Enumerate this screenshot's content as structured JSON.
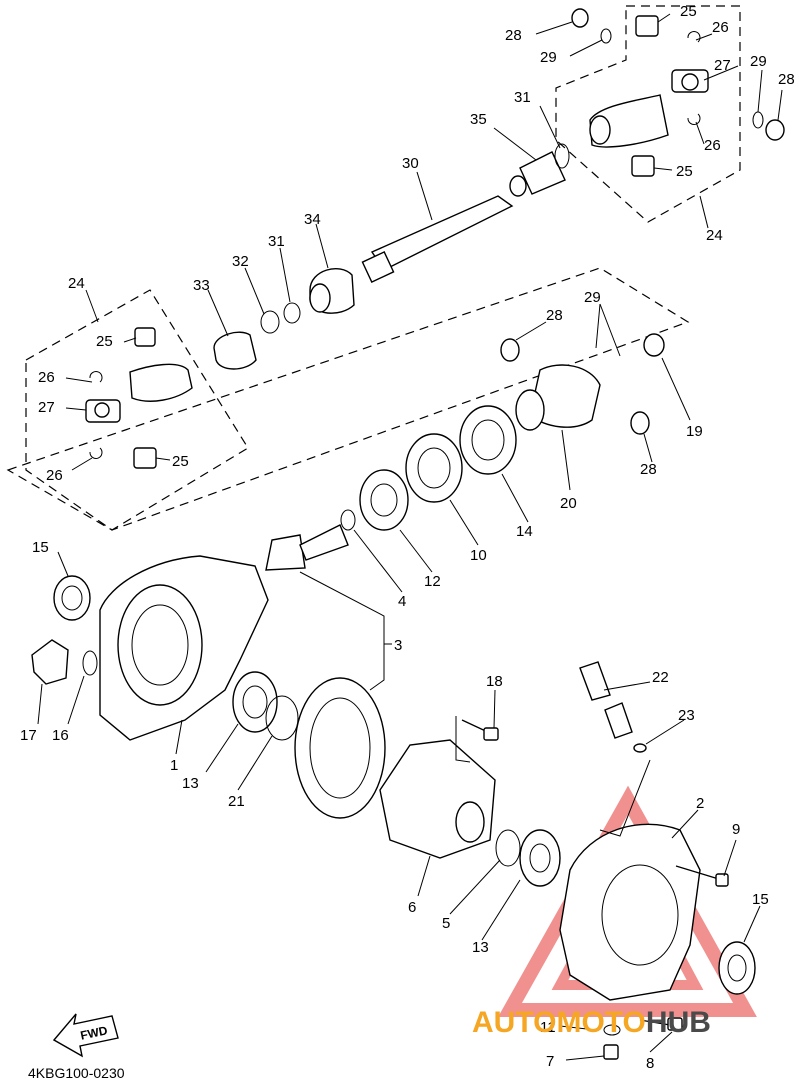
{
  "diagram_code": "4KBG100-0230",
  "fwd_label": "FWD",
  "watermark": {
    "part1": "AUTOMOTO",
    "part2": "HUB",
    "color1": "#f5a623",
    "color2": "#4a4a4a",
    "triangle_color": "#e53935"
  },
  "labels": {
    "l28a": "28",
    "l29a": "29",
    "l25a": "25",
    "l26a": "26",
    "l27a": "27",
    "l29b": "29",
    "l28b": "28",
    "l31a": "31",
    "l35": "35",
    "l26b": "26",
    "l25b": "25",
    "l30": "30",
    "l24a": "24",
    "l34": "34",
    "l31b": "31",
    "l32": "32",
    "l33": "33",
    "l24b": "24",
    "l25c": "25",
    "l26c": "26",
    "l27b": "27",
    "l26d": "26",
    "l25d": "25",
    "l28c": "28",
    "l29c": "29",
    "l19": "19",
    "l28d": "28",
    "l20": "20",
    "l14": "14",
    "l10": "10",
    "l12": "12",
    "l4": "4",
    "l15a": "15",
    "l3": "3",
    "l17": "17",
    "l16": "16",
    "l1": "1",
    "l13a": "13",
    "l21": "21",
    "l18": "18",
    "l22": "22",
    "l23": "23",
    "l2": "2",
    "l9": "9",
    "l6": "6",
    "l5": "5",
    "l13b": "13",
    "l15b": "15",
    "l11": "11",
    "l8": "8",
    "l7": "7"
  }
}
